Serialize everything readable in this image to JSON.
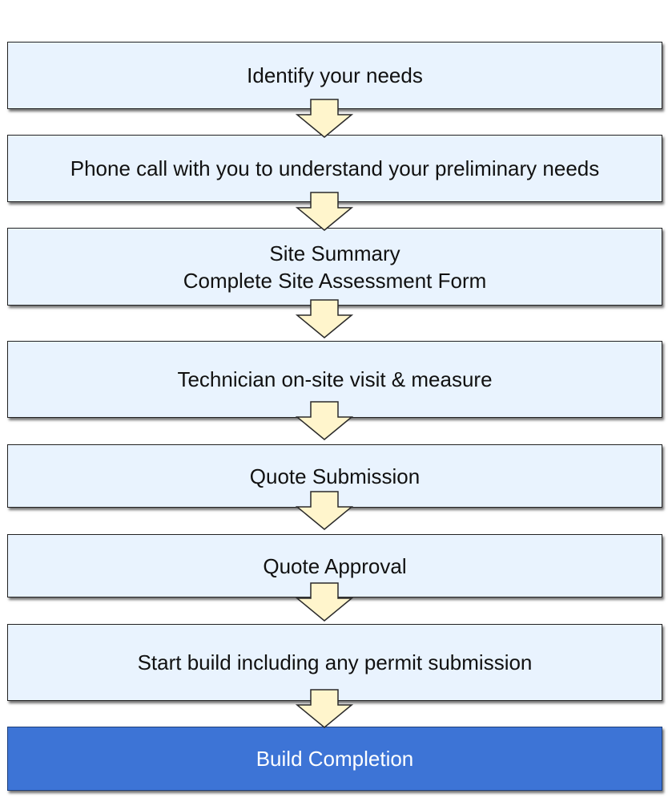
{
  "steps": [
    {
      "lines": [
        "Identify your needs"
      ]
    },
    {
      "lines": [
        "Phone call with you to understand your preliminary needs"
      ]
    },
    {
      "lines": [
        "Site Summary",
        "Complete Site Assessment Form"
      ]
    },
    {
      "lines": [
        "Technician on-site visit & measure"
      ]
    },
    {
      "lines": [
        "Quote Submission"
      ]
    },
    {
      "lines": [
        "Quote Approval"
      ]
    },
    {
      "lines": [
        "Start build including any permit submission"
      ]
    },
    {
      "lines": [
        "Build Completion"
      ]
    }
  ],
  "colors": {
    "step_fill": "#e9f3fe",
    "final_step_fill": "#3d74d6",
    "final_step_text": "#ffffff",
    "arrow_fill": "#fff5cc",
    "border": "#222222"
  }
}
